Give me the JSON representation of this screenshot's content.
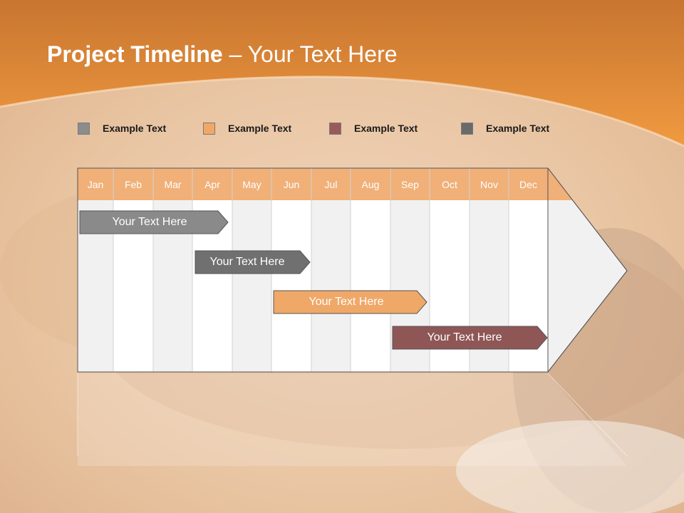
{
  "title": {
    "bold": "Project Timeline",
    "rest": " – Your Text Here"
  },
  "legend": [
    {
      "label": "Example Text",
      "color": "#8c8c8c"
    },
    {
      "label": "Example Text",
      "color": "#f0a868"
    },
    {
      "label": "Example Text",
      "color": "#9a5a5a"
    },
    {
      "label": "Example Text",
      "color": "#6a6a6a"
    }
  ],
  "months": [
    "Jan",
    "Feb",
    "Mar",
    "Apr",
    "May",
    "Jun",
    "Jul",
    "Aug",
    "Sep",
    "Oct",
    "Nov",
    "Dec"
  ],
  "bars": [
    {
      "label": "Your  Text Here",
      "color": "#8a8a8a"
    },
    {
      "label": "Your  Text Here",
      "color": "#707070"
    },
    {
      "label": "Your  Text Here",
      "color": "#f0a868"
    },
    {
      "label": "Your  Text Here",
      "color": "#8f5656"
    }
  ],
  "colors": {
    "header": "#f0b078",
    "accent": "#e8903a"
  }
}
